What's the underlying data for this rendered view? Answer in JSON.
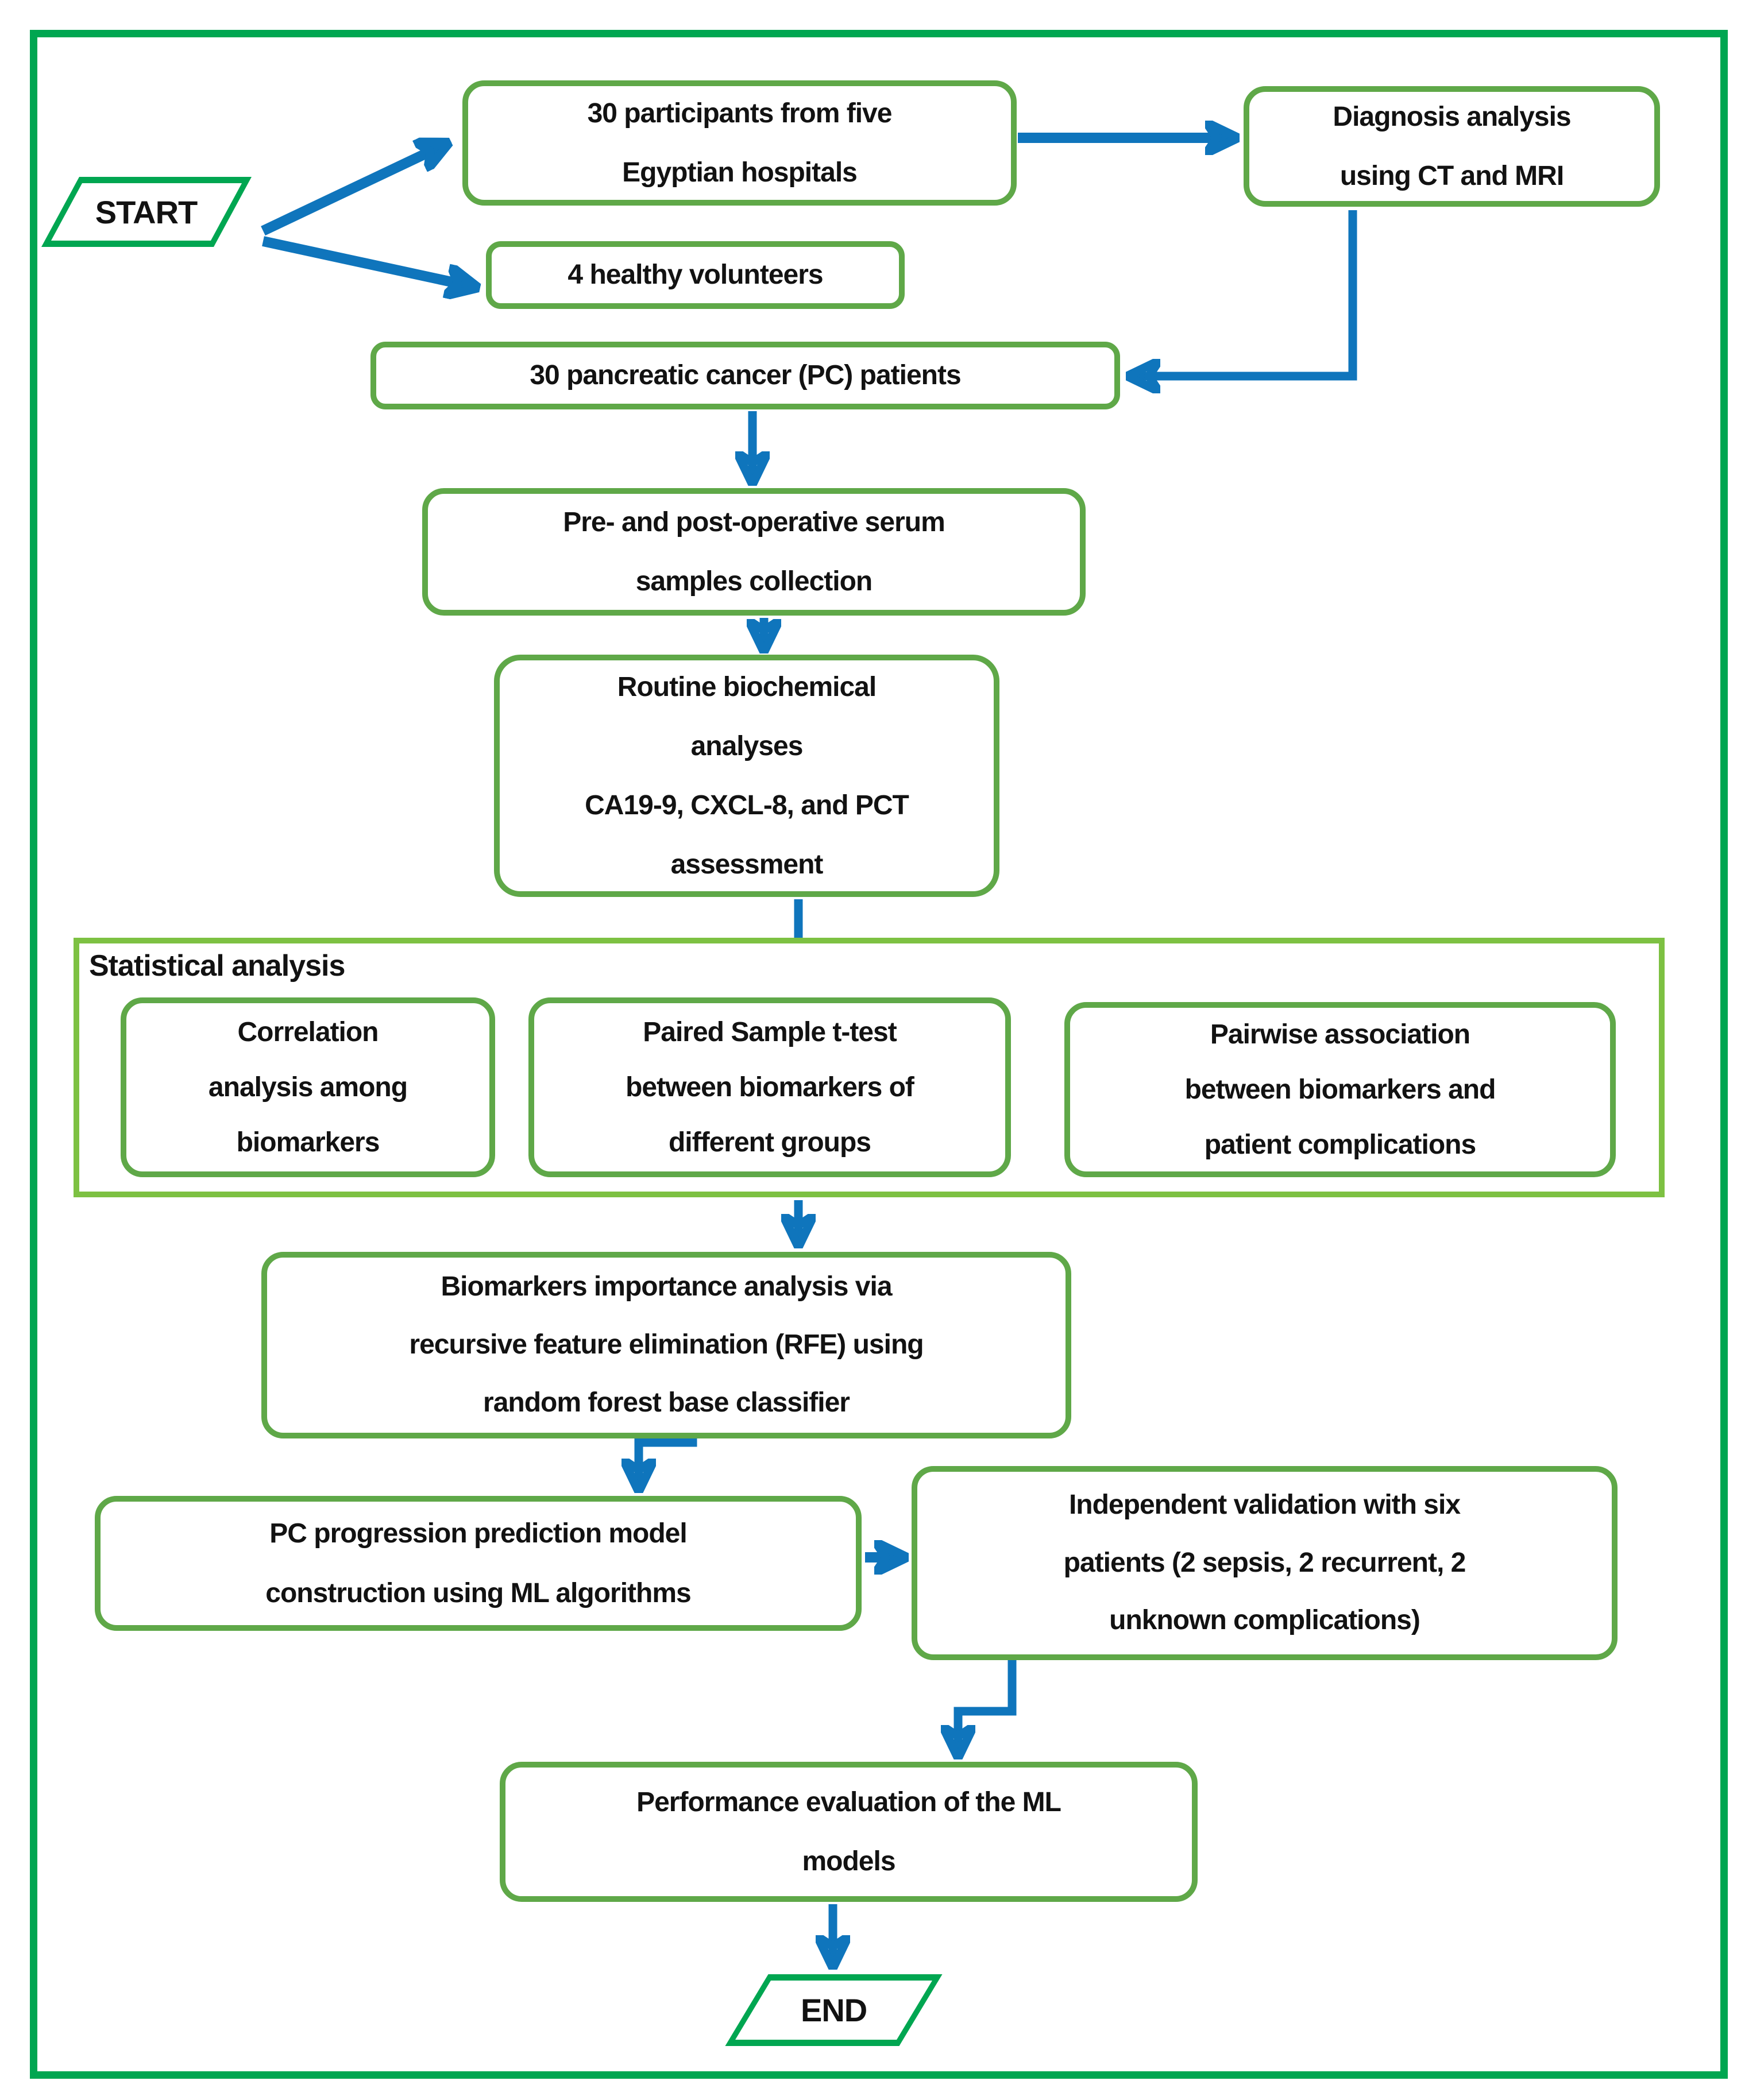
{
  "diagram": {
    "type": "flowchart",
    "colors": {
      "outer_border": "#00A651",
      "node_border": "#5FA848",
      "group_border": "#7DC142",
      "arrow": "#0F75BC",
      "text": "#121212",
      "background": "#FFFFFF"
    },
    "nodes": {
      "start": {
        "label": "START"
      },
      "participants": {
        "label": "30 participants from five\nEgyptian hospitals"
      },
      "diagnosis": {
        "label": "Diagnosis analysis\nusing CT and MRI"
      },
      "volunteers": {
        "label": "4 healthy volunteers"
      },
      "pc_patients": {
        "label": "30 pancreatic cancer (PC) patients"
      },
      "serum": {
        "label": "Pre- and post-operative serum\nsamples collection"
      },
      "biochemical": {
        "label": "Routine biochemical\nanalyses\nCA19-9, CXCL-8, and PCT\nassessment"
      },
      "stat_group": {
        "label": "Statistical analysis"
      },
      "correlation": {
        "label": "Correlation\nanalysis among\nbiomarkers"
      },
      "ttest": {
        "label": "Paired Sample t-test\nbetween biomarkers of\ndifferent groups"
      },
      "pairwise": {
        "label": "Pairwise association\nbetween biomarkers and\npatient complications"
      },
      "rfe": {
        "label": "Biomarkers importance analysis via\nrecursive feature elimination (RFE) using\nrandom forest base classifier"
      },
      "model": {
        "label": "PC progression prediction model\nconstruction using ML algorithms"
      },
      "validation": {
        "label": "Independent validation with six\npatients (2 sepsis, 2 recurrent, 2\nunknown complications)"
      },
      "performance": {
        "label": "Performance evaluation of the ML\nmodels"
      },
      "end": {
        "label": "END"
      }
    },
    "edges": [
      {
        "from": "start",
        "to": "participants"
      },
      {
        "from": "start",
        "to": "volunteers"
      },
      {
        "from": "participants",
        "to": "diagnosis"
      },
      {
        "from": "diagnosis",
        "to": "pc_patients"
      },
      {
        "from": "pc_patients",
        "to": "serum"
      },
      {
        "from": "serum",
        "to": "biochemical"
      },
      {
        "from": "biochemical",
        "to": "stat_group"
      },
      {
        "from": "stat_group",
        "to": "rfe"
      },
      {
        "from": "rfe",
        "to": "model"
      },
      {
        "from": "model",
        "to": "validation"
      },
      {
        "from": "validation",
        "to": "performance"
      },
      {
        "from": "performance",
        "to": "end"
      }
    ]
  }
}
